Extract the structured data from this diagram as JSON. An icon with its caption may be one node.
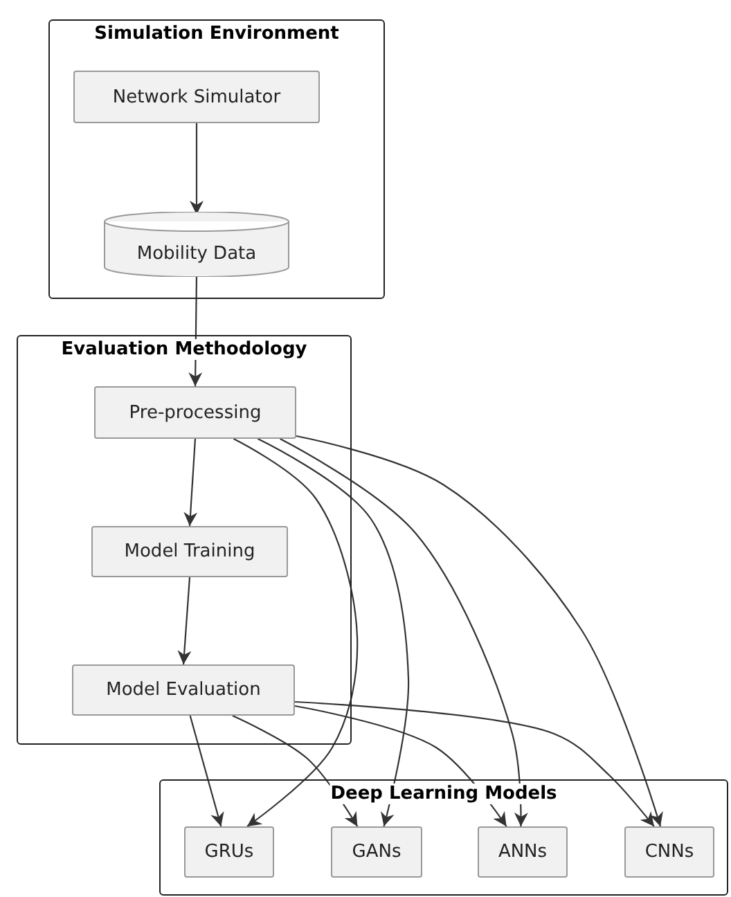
{
  "diagram": {
    "nodes": [
      {
        "text": [
          "Simulation Environment"
        ]
      },
      {
        "text": [
          "Network Simulator"
        ],
        "in": 0
      },
      {
        "text": [
          "Mobility Data"
        ],
        "in": 0
      },
      {
        "text": [
          "Evaluation Methodology"
        ]
      },
      {
        "text": [
          "Pre-processing"
        ],
        "in": 3
      },
      {
        "text": [
          "Model Training"
        ],
        "in": 3
      },
      {
        "text": [
          "Model Evaluation"
        ],
        "in": 3
      },
      {
        "text": [
          "Deep Learning Models"
        ]
      },
      {
        "text": [
          "GRUs"
        ],
        "in": 7
      },
      {
        "text": [
          "GANs"
        ],
        "in": 7
      },
      {
        "text": [
          "ANNs"
        ],
        "in": 7
      },
      {
        "text": [
          "CNNs"
        ],
        "in": 7
      }
    ],
    "edges": [
      {
        "from": 1,
        "to": 2,
        "arrow": "to"
      },
      {
        "from": 2,
        "to": 4,
        "arrow": "to"
      },
      {
        "from": 4,
        "to": 5,
        "arrow": "to"
      },
      {
        "from": 5,
        "to": 6,
        "arrow": "to"
      },
      {
        "from": 4,
        "to": 8,
        "arrow": "to"
      },
      {
        "from": 4,
        "to": 9,
        "arrow": "to"
      },
      {
        "from": 4,
        "to": 10,
        "arrow": "to"
      },
      {
        "from": 4,
        "to": 11,
        "arrow": "to"
      },
      {
        "from": 6,
        "to": 8,
        "arrow": "to"
      },
      {
        "from": 6,
        "to": 9,
        "arrow": "to"
      },
      {
        "from": 6,
        "to": 10,
        "arrow": "to"
      },
      {
        "from": 6,
        "to": 11,
        "arrow": "to"
      }
    ]
  }
}
